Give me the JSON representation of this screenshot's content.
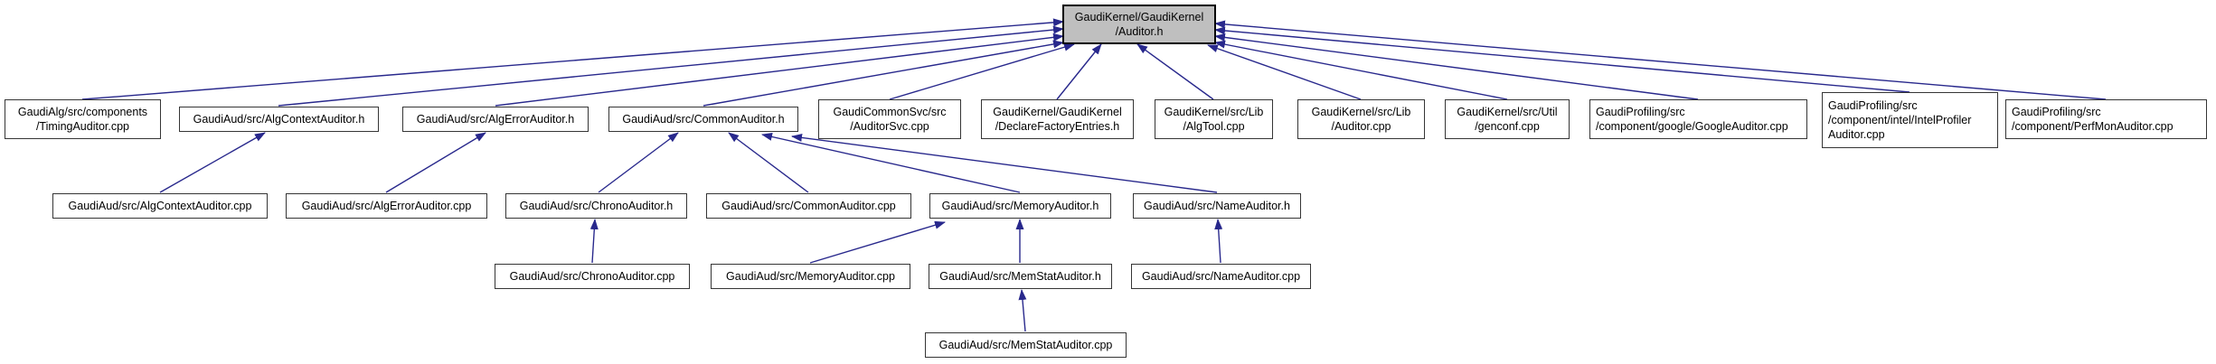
{
  "graph": {
    "diagram_type": "include-dependency-graph",
    "root_id": "auditor_h",
    "colors": {
      "edge": "#28288C",
      "root_fill": "#BFBFBF",
      "node_fill": "#FFFFFF",
      "node_border": "#353535",
      "root_border": "#000000"
    },
    "nodes": {
      "auditor_h": {
        "label": "GaudiKernel/GaudiKernel\n/Auditor.h"
      },
      "timing_cpp": {
        "label": "GaudiAlg/src/components\n/TimingAuditor.cpp"
      },
      "algctx_h": {
        "label": "GaudiAud/src/AlgContextAuditor.h"
      },
      "algerr_h": {
        "label": "GaudiAud/src/AlgErrorAuditor.h"
      },
      "common_h": {
        "label": "GaudiAud/src/CommonAuditor.h"
      },
      "auditorsvc": {
        "label": "GaudiCommonSvc/src\n/AuditorSvc.cpp"
      },
      "declfact": {
        "label": "GaudiKernel/GaudiKernel\n/DeclareFactoryEntries.h"
      },
      "algtool": {
        "label": "GaudiKernel/src/Lib\n/AlgTool.cpp"
      },
      "auditor_cpp": {
        "label": "GaudiKernel/src/Lib\n/Auditor.cpp"
      },
      "genconf": {
        "label": "GaudiKernel/src/Util\n/genconf.cpp"
      },
      "google": {
        "label": "GaudiProfiling/src\n/component/google/GoogleAuditor.cpp"
      },
      "intel": {
        "label": "GaudiProfiling/src\n/component/intel/IntelProfiler\nAuditor.cpp"
      },
      "perfmon": {
        "label": "GaudiProfiling/src\n/component/PerfMonAuditor.cpp"
      },
      "algctx_cpp": {
        "label": "GaudiAud/src/AlgContextAuditor.cpp"
      },
      "algerr_cpp": {
        "label": "GaudiAud/src/AlgErrorAuditor.cpp"
      },
      "chrono_h": {
        "label": "GaudiAud/src/ChronoAuditor.h"
      },
      "common_cpp": {
        "label": "GaudiAud/src/CommonAuditor.cpp"
      },
      "memory_h": {
        "label": "GaudiAud/src/MemoryAuditor.h"
      },
      "name_h": {
        "label": "GaudiAud/src/NameAuditor.h"
      },
      "chrono_cpp": {
        "label": "GaudiAud/src/ChronoAuditor.cpp"
      },
      "memory_cpp": {
        "label": "GaudiAud/src/MemoryAuditor.cpp"
      },
      "memstat_h": {
        "label": "GaudiAud/src/MemStatAuditor.h"
      },
      "name_cpp": {
        "label": "GaudiAud/src/NameAuditor.cpp"
      },
      "memstat_cpp": {
        "label": "GaudiAud/src/MemStatAuditor.cpp"
      }
    },
    "edges": [
      {
        "from": "timing_cpp",
        "to": "auditor_h"
      },
      {
        "from": "algctx_h",
        "to": "auditor_h"
      },
      {
        "from": "algerr_h",
        "to": "auditor_h"
      },
      {
        "from": "common_h",
        "to": "auditor_h"
      },
      {
        "from": "auditorsvc",
        "to": "auditor_h"
      },
      {
        "from": "declfact",
        "to": "auditor_h"
      },
      {
        "from": "algtool",
        "to": "auditor_h"
      },
      {
        "from": "auditor_cpp",
        "to": "auditor_h"
      },
      {
        "from": "genconf",
        "to": "auditor_h"
      },
      {
        "from": "google",
        "to": "auditor_h"
      },
      {
        "from": "intel",
        "to": "auditor_h"
      },
      {
        "from": "perfmon",
        "to": "auditor_h"
      },
      {
        "from": "algctx_cpp",
        "to": "algctx_h"
      },
      {
        "from": "algerr_cpp",
        "to": "algerr_h"
      },
      {
        "from": "chrono_h",
        "to": "common_h"
      },
      {
        "from": "common_cpp",
        "to": "common_h"
      },
      {
        "from": "memory_h",
        "to": "common_h"
      },
      {
        "from": "name_h",
        "to": "common_h"
      },
      {
        "from": "chrono_cpp",
        "to": "chrono_h"
      },
      {
        "from": "memory_cpp",
        "to": "memory_h"
      },
      {
        "from": "memstat_h",
        "to": "memory_h"
      },
      {
        "from": "name_cpp",
        "to": "name_h"
      },
      {
        "from": "memstat_cpp",
        "to": "memstat_h"
      }
    ]
  }
}
